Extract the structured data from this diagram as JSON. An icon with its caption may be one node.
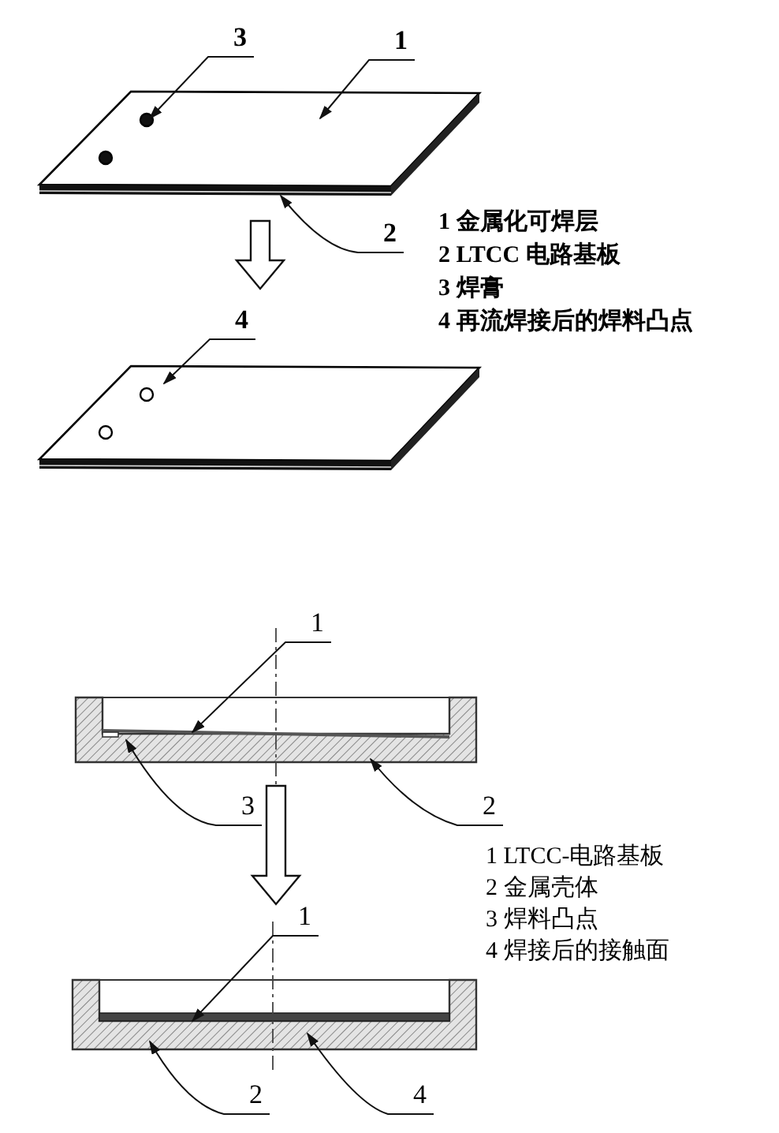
{
  "diagram": {
    "nodes": [
      {
        "text": [
          "3"
        ]
      },
      {
        "text": [
          "1"
        ]
      },
      {
        "text": [],
        "shape": "plate"
      },
      {
        "text": [
          "2"
        ]
      },
      {
        "text": [
          "4"
        ]
      },
      {
        "text": [],
        "shape": "plate"
      },
      {
        "text": [
          "1"
        ]
      },
      {
        "text": [],
        "shape": "section"
      },
      {
        "text": [
          "3"
        ]
      },
      {
        "text": [
          "2"
        ]
      },
      {
        "text": [
          "1"
        ]
      },
      {
        "text": [],
        "shape": "section"
      },
      {
        "text": [
          "2"
        ]
      },
      {
        "text": [
          "4"
        ]
      }
    ],
    "edges": [
      {
        "from": 0,
        "to": 2,
        "arrow": "to"
      },
      {
        "from": 1,
        "to": 2,
        "arrow": "to"
      },
      {
        "from": 3,
        "to": 2,
        "arrow": "to"
      },
      {
        "from": 2,
        "to": 5,
        "arrow": "to"
      },
      {
        "from": 4,
        "to": 5,
        "arrow": "to"
      },
      {
        "from": 6,
        "to": 7,
        "arrow": "to"
      },
      {
        "from": 8,
        "to": 7,
        "arrow": "to"
      },
      {
        "from": 9,
        "to": 7,
        "arrow": "to"
      },
      {
        "from": 7,
        "to": 11,
        "arrow": "to"
      },
      {
        "from": 10,
        "to": 11,
        "arrow": "to"
      },
      {
        "from": 12,
        "to": 11,
        "arrow": "to"
      },
      {
        "from": 13,
        "to": 11,
        "arrow": "to"
      }
    ],
    "labels": [
      "1 金属化可焊层",
      "2 LTCC 电路基板",
      "3 焊膏",
      "4 再流焊接后的焊料凸点",
      "1 LTCC-电路基板",
      "2 金属壳体",
      "3 焊料凸点",
      "4 焊接后的接触面"
    ]
  }
}
